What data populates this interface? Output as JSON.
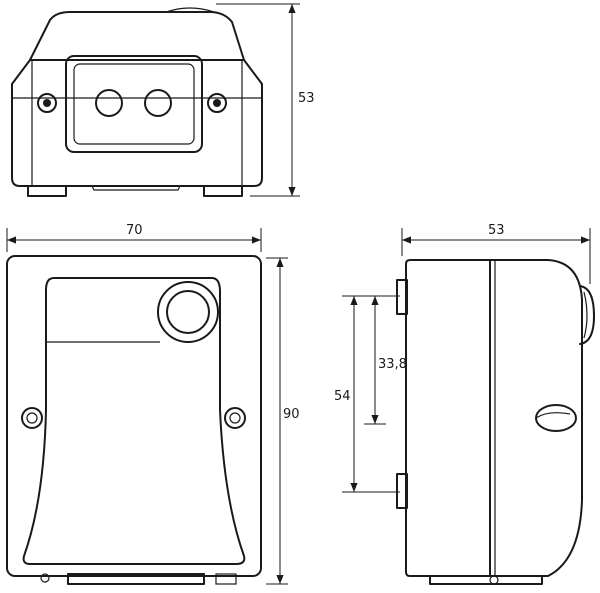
{
  "dimensions": {
    "top_height": "53",
    "front_width": "70",
    "front_height": "90",
    "side_width": "53",
    "side_height_outer": "54",
    "side_height_inner": "33,8"
  }
}
